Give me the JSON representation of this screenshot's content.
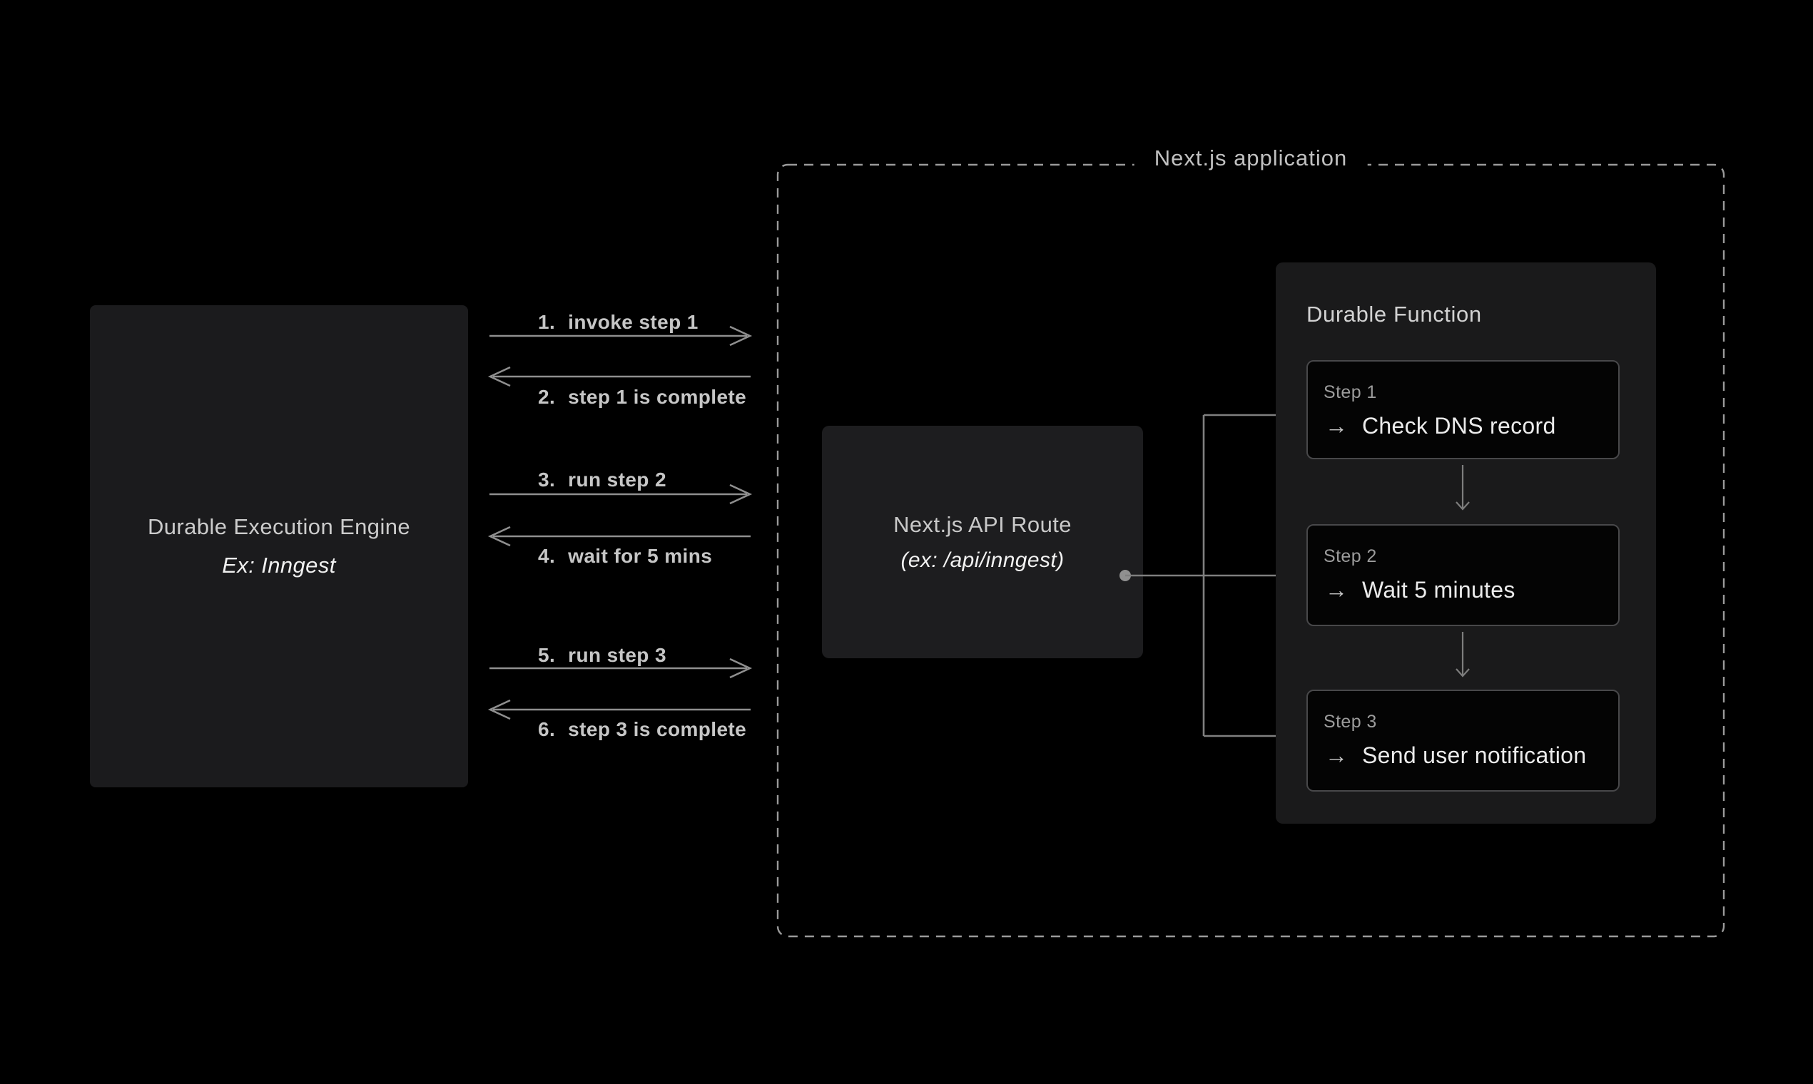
{
  "engine": {
    "title": "Durable Execution Engine",
    "subtitle": "Ex: Inngest"
  },
  "messages": [
    {
      "num": "1.",
      "text": "invoke step 1",
      "direction": "right"
    },
    {
      "num": "2.",
      "text": "step 1 is complete",
      "direction": "left"
    },
    {
      "num": "3.",
      "text": "run step 2",
      "direction": "right"
    },
    {
      "num": "4.",
      "text": "wait for 5 mins",
      "direction": "left"
    },
    {
      "num": "5.",
      "text": "run step 3",
      "direction": "right"
    },
    {
      "num": "6.",
      "text": "step 3 is complete",
      "direction": "left"
    }
  ],
  "application": {
    "label": "Next.js application",
    "api_route": {
      "title": "Next.js API Route",
      "subtitle": "(ex: /api/inngest)"
    },
    "durable_function": {
      "title": "Durable Function",
      "steps": [
        {
          "label": "Step 1",
          "arrow": "→",
          "action": "Check DNS record"
        },
        {
          "label": "Step 2",
          "arrow": "→",
          "action": "Wait 5 minutes"
        },
        {
          "label": "Step 3",
          "arrow": "→",
          "action": "Send user notification"
        }
      ]
    }
  },
  "colors": {
    "background": "#000000",
    "engine_box_bg": "#1b1b1d",
    "api_box_bg": "#1d1d1f",
    "panel_bg": "#1a1a1b",
    "step_box_bg": "#040404",
    "step_box_border": "#48484a",
    "connector_gray": "#7f7f7f",
    "arrow_gray": "#8f8f8f",
    "dash_gray": "#9a9a9a"
  }
}
